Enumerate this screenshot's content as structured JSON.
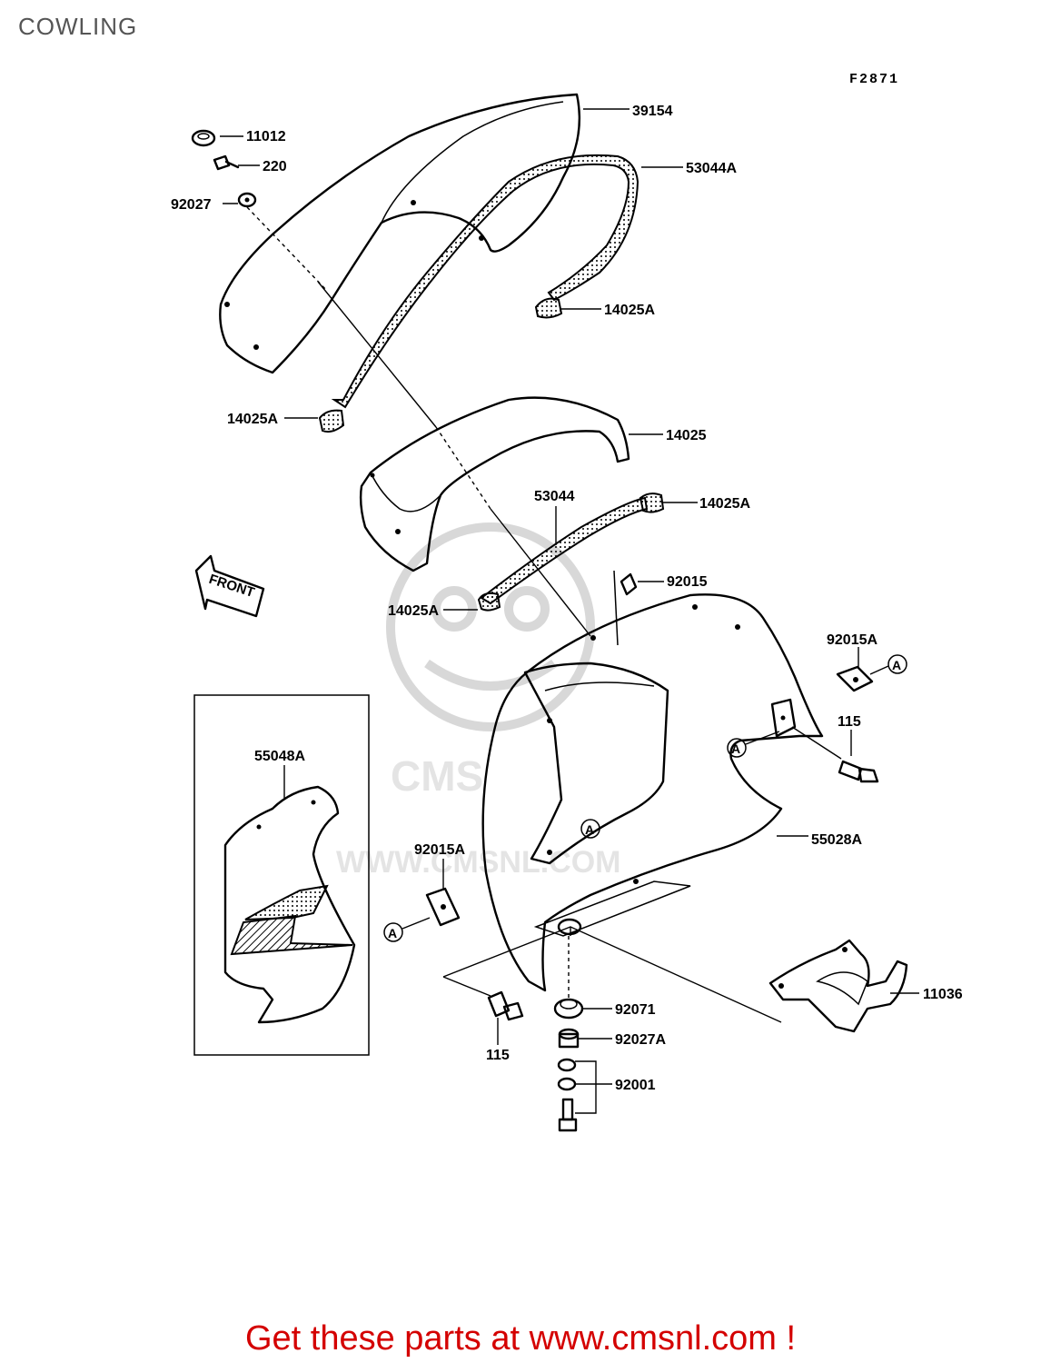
{
  "page": {
    "title": "COWLING",
    "figure_code": "F2871",
    "footer": "Get these parts at www.cmsnl.com !"
  },
  "labels": {
    "l_39154": "39154",
    "l_11012": "11012",
    "l_220": "220",
    "l_53044A": "53044A",
    "l_92027": "92027",
    "l_14025A_top": "14025A",
    "l_14025A_left": "14025A",
    "l_14025": "14025",
    "l_53044": "53044",
    "l_14025A_mid": "14025A",
    "l_92015": "92015",
    "l_14025A_low": "14025A",
    "l_92015A_right": "92015A",
    "l_115_right": "115",
    "l_55048A": "55048A",
    "l_55028A": "55028A",
    "l_92015A_left": "92015A",
    "l_11036": "11036",
    "l_92071": "92071",
    "l_92027A": "92027A",
    "l_92001": "92001",
    "l_115_bottom": "115"
  },
  "markers": {
    "front": "FRONT",
    "ref_a": "A"
  },
  "watermark": {
    "brand": "CMS",
    "url": "WWW.CMSNL.COM"
  }
}
